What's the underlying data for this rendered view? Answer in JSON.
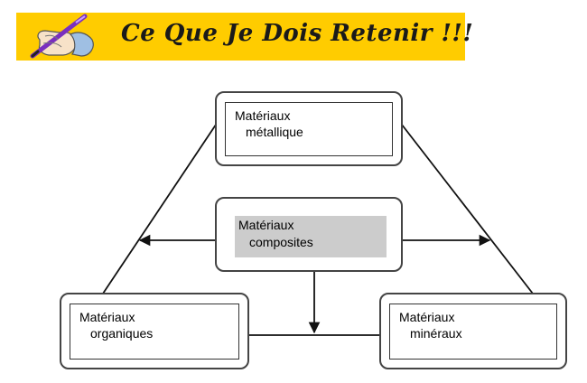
{
  "banner": {
    "title": "Ce Que Je Dois Retenir !!!",
    "background_color": "#ffcc00",
    "icon": "pen-writing-icon"
  },
  "diagram": {
    "boxes": {
      "metallique": {
        "line1": "Matériaux",
        "line2": "métallique"
      },
      "composites": {
        "line1": "Matériaux",
        "line2": "composites"
      },
      "organiques": {
        "line1": "Matériaux",
        "line2": "organiques"
      },
      "mineraux": {
        "line1": "Matériaux",
        "line2": "minéraux"
      }
    }
  }
}
